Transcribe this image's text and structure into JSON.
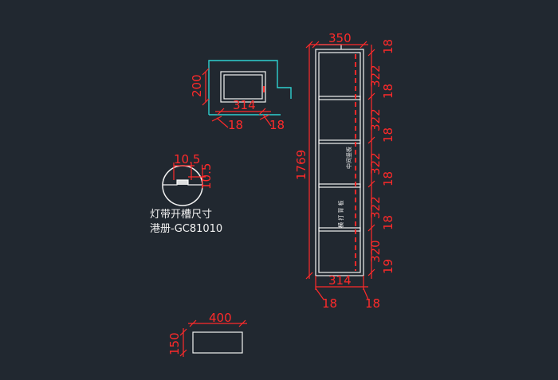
{
  "top_view": {
    "height": "200",
    "width": "314",
    "left_thickness": "18",
    "right_thickness": "18"
  },
  "groove_detail": {
    "width": "10.5",
    "depth": "10.5",
    "caption_line1": "灯带开槽尺寸",
    "caption_line2": "港册-GC81010"
  },
  "elevation": {
    "overall_width": "350",
    "overall_height": "1769",
    "inner_width": "314",
    "left_side": "18",
    "right_side": "18",
    "right_dims": [
      "18",
      "322",
      "18",
      "322",
      "18",
      "322",
      "18",
      "322",
      "18",
      "320",
      "19"
    ],
    "vertical_note_1": "中间竖板",
    "vertical_note_2": "横 打 背 板"
  },
  "bottom_panel": {
    "width": "400",
    "height": "150"
  },
  "colors": {
    "background": "#212830",
    "dimension": "#ff2a2a",
    "outline": "#f2f2f2",
    "detail": "#2fd0d0"
  }
}
